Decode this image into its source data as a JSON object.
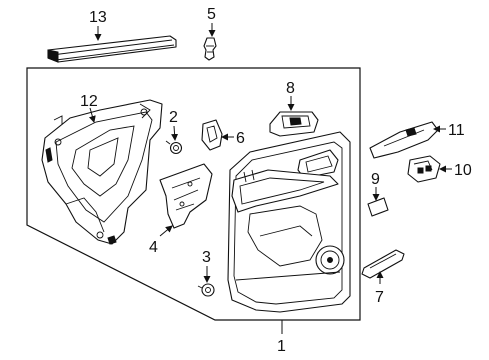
{
  "callouts": {
    "c1": "1",
    "c2": "2",
    "c3": "3",
    "c4": "4",
    "c5": "5",
    "c6": "6",
    "c7": "7",
    "c8": "8",
    "c9": "9",
    "c10": "10",
    "c11": "11",
    "c12": "12",
    "c13": "13"
  },
  "colors": {
    "line": "#111111",
    "fill": "#ffffff"
  }
}
